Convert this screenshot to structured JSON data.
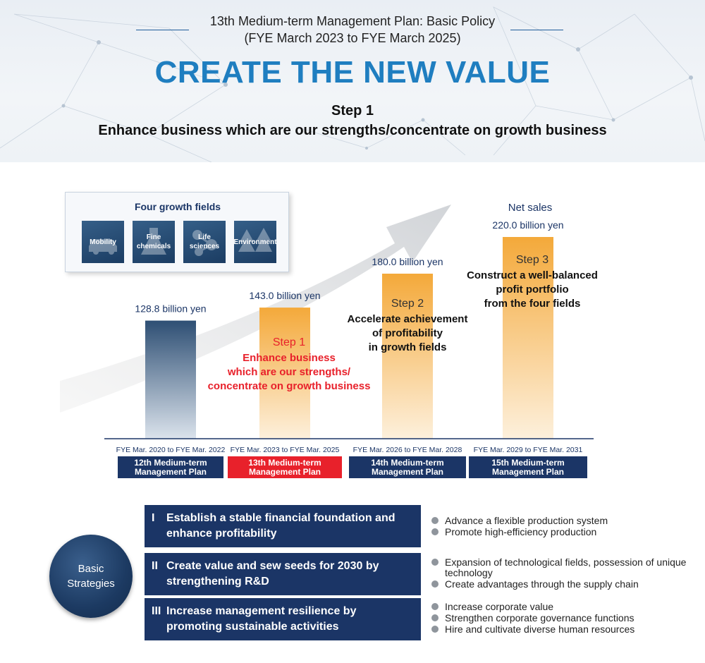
{
  "header": {
    "subtitle_line1": "13th Medium-term Management Plan: Basic Policy",
    "subtitle_line2": "(FYE March 2023 to FYE March 2025)",
    "main_title": "CREATE THE NEW VALUE",
    "step_label": "Step 1",
    "step_text": "Enhance business which are our strengths/concentrate on growth business"
  },
  "growth_fields": {
    "title": "Four growth fields",
    "items": [
      {
        "label": "Mobility",
        "icon": "car-icon"
      },
      {
        "label": "Fine chemicals",
        "icon": "flask-icon"
      },
      {
        "label": "Life sciences",
        "icon": "molecule-icon"
      },
      {
        "label": "Environment",
        "icon": "trees-icon"
      }
    ]
  },
  "chart_data": {
    "type": "bar",
    "ylim": [
      0,
      220
    ],
    "categories": [
      "FYE Mar. 2020 to FYE Mar. 2022",
      "FYE Mar. 2023 to FYE Mar. 2025",
      "FYE Mar. 2026 to FYE Mar. 2028",
      "FYE Mar. 2029 to FYE Mar. 2031"
    ],
    "plan_names": [
      "12th Medium-term Management Plan",
      "13th Medium-term Management Plan",
      "14th Medium-term Management Plan",
      "15th Medium-term Management Plan"
    ],
    "values": [
      128.8,
      143.0,
      180.0,
      220.0
    ],
    "value_labels": [
      "128.8 billion yen",
      "143.0 billion yen",
      "180.0 billion yen",
      "220.0 billion yen"
    ],
    "net_sales_label": "Net sales",
    "steps": [
      null,
      {
        "label": "Step 1",
        "text": [
          "Enhance business",
          "which are our strengths/",
          "concentrate on growth business"
        ]
      },
      {
        "label": "Step 2",
        "text": [
          "Accelerate achievement",
          "of profitability",
          "in growth fields"
        ]
      },
      {
        "label": "Step 3",
        "text": [
          "Construct a well-balanced",
          "profit portfolio",
          "from the four fields"
        ]
      }
    ],
    "colors": {
      "past_bar": "#2e4f74",
      "future_bar": "#f4a93a",
      "current_plan": "#e8212b",
      "plan_box": "#1b3566",
      "step_highlight": "#e8212b",
      "value_label": "#1b3566"
    }
  },
  "strategies": {
    "circle_label": [
      "Basic",
      "Strategies"
    ],
    "items": [
      {
        "num": "I",
        "title": "Establish a stable financial foundation and enhance profitability",
        "bullets": [
          "Advance a flexible production system",
          "Promote high-efficiency production"
        ]
      },
      {
        "num": "II",
        "title": "Create value and sew seeds for 2030 by strengthening R&D",
        "bullets": [
          "Expansion of technological fields, possession of unique technology",
          "Create advantages through the supply chain"
        ]
      },
      {
        "num": "III",
        "title": "Increase management resilience by promoting sustainable activities",
        "bullets": [
          "Increase corporate value",
          "Strengthen corporate governance functions",
          "Hire and cultivate diverse human resources"
        ]
      }
    ]
  }
}
